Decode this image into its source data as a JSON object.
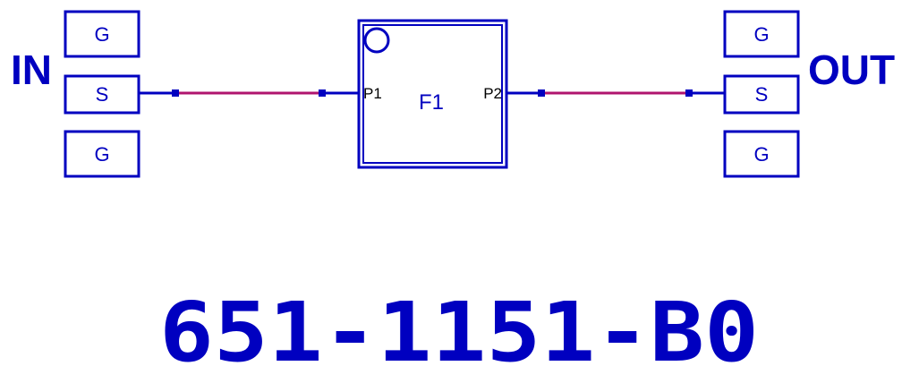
{
  "ports": {
    "input": {
      "label": "IN",
      "pads": [
        "G",
        "S",
        "G"
      ]
    },
    "output": {
      "label": "OUT",
      "pads": [
        "G",
        "S",
        "G"
      ]
    }
  },
  "component": {
    "ref": "F1",
    "pin_left": "P1",
    "pin_right": "P2"
  },
  "part_number": "651-1151-B0",
  "colors": {
    "primary": "#0000c0",
    "trace": "#b0146e",
    "pin_text": "#000000"
  }
}
